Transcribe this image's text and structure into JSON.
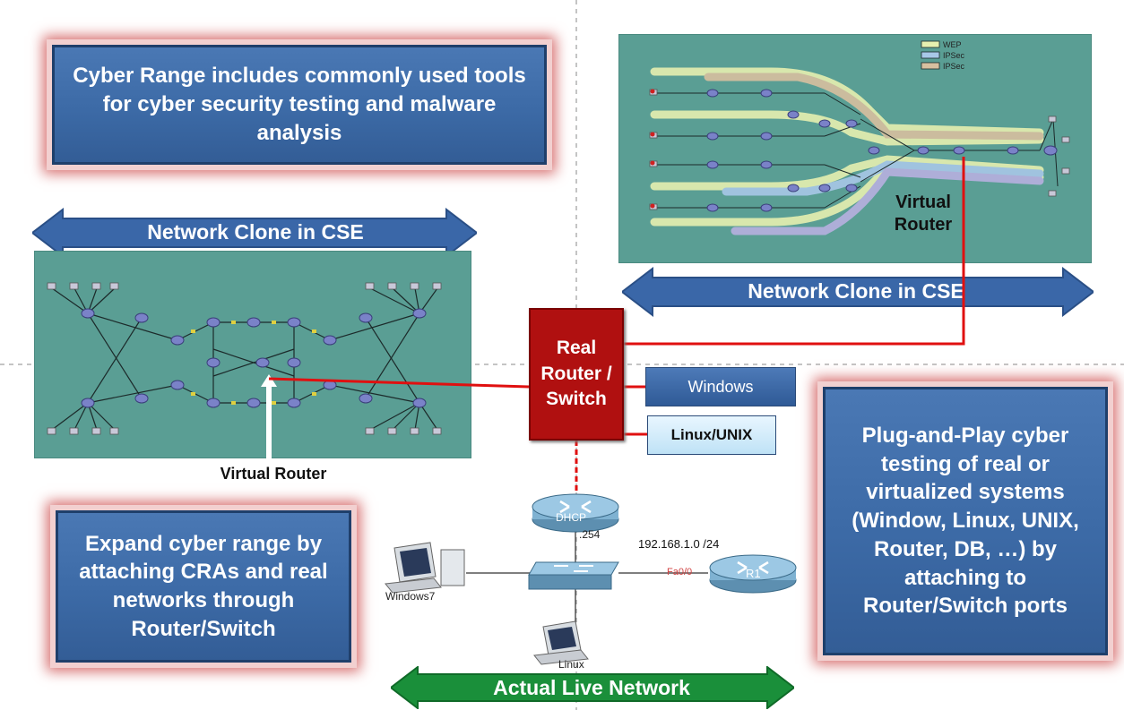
{
  "boxes": {
    "top_left": "Cyber Range includes commonly used tools for cyber security testing and malware analysis",
    "bottom_left": "Expand  cyber range by attaching CRAs and real networks through Router/Switch",
    "right": "Plug-and-Play cyber testing of real or virtualized systems (Window, Linux, UNIX, Router, DB, …) by attaching to Router/Switch  ports"
  },
  "arrows": {
    "left_clone": "Network Clone in CSE",
    "right_clone": "Network Clone in CSE",
    "live": "Actual Live Network"
  },
  "real_router": "Real Router / Switch",
  "os": {
    "windows": "Windows",
    "linux": "Linux/UNIX"
  },
  "virtual_router_left": "Virtual Router",
  "virtual_router_right": "Virtual Router",
  "legend": {
    "item1": "WEP",
    "item2": "IPSec",
    "item3": "IPSec"
  },
  "live_network": {
    "dhcp": "DHCP",
    "port_254": ".254",
    "subnet": "192.168.1.0 /24",
    "port_fa": "Fa0/0",
    "r1": "R1",
    "windows7": "Windows7",
    "linux": "Linux"
  },
  "colors": {
    "box_blue": "#3c6aa6",
    "glow_red": "#d77070",
    "arrow_blue": "#3a67a8",
    "arrow_green": "#1a8f3a",
    "router_red": "#b01010",
    "panel_teal": "#5a9e94",
    "link_red": "#e01010"
  }
}
